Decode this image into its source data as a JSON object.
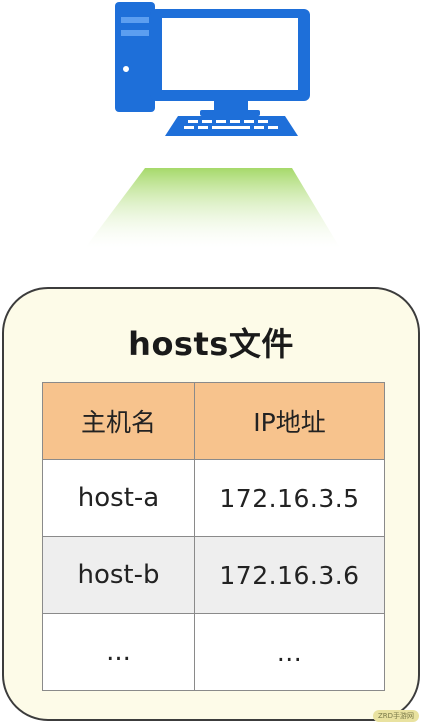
{
  "card": {
    "title": "hosts文件",
    "columns": [
      "主机名",
      "IP地址"
    ],
    "rows": [
      {
        "host": "host-a",
        "ip": "172.16.3.5"
      },
      {
        "host": "host-b",
        "ip": "172.16.3.6"
      },
      {
        "host": "...",
        "ip": "..."
      }
    ]
  },
  "colors": {
    "computer": "#1e6fd9",
    "beam": "#a6d96a",
    "card_bg": "#fdfbe8",
    "header_bg": "#f7c38d"
  },
  "icons": [
    "computer-icon"
  ],
  "watermark": "ZRD手游网"
}
